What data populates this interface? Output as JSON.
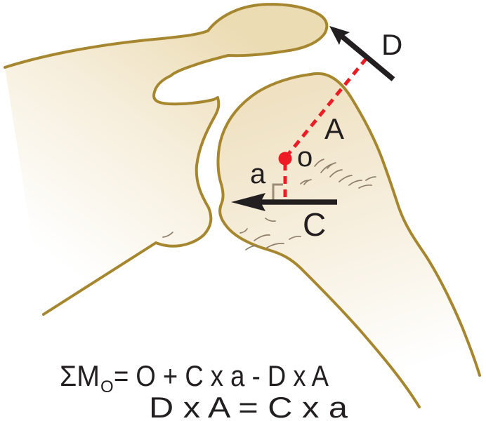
{
  "colors": {
    "bone-outline": "#a6872f",
    "bone-fill-deep": "#eedfbc",
    "bone-fill-light": "#f7efdd",
    "force-black": "#231f20",
    "moment-red": "#ed1c24",
    "angle-marker": "#9c8c74",
    "texture": "#8f7e6a",
    "background": "#ffffff"
  },
  "diagram": {
    "force_d_label": "D",
    "moment_arm_A_label": "A",
    "pivot_label": "o",
    "moment_arm_a_label": "a",
    "force_c_label": "C"
  },
  "equations": {
    "line1_sigma": "ΣM",
    "line1_subscript": "O",
    "line1_rest": "= O + C x a - D x A",
    "line2": "D x A = C x a"
  }
}
